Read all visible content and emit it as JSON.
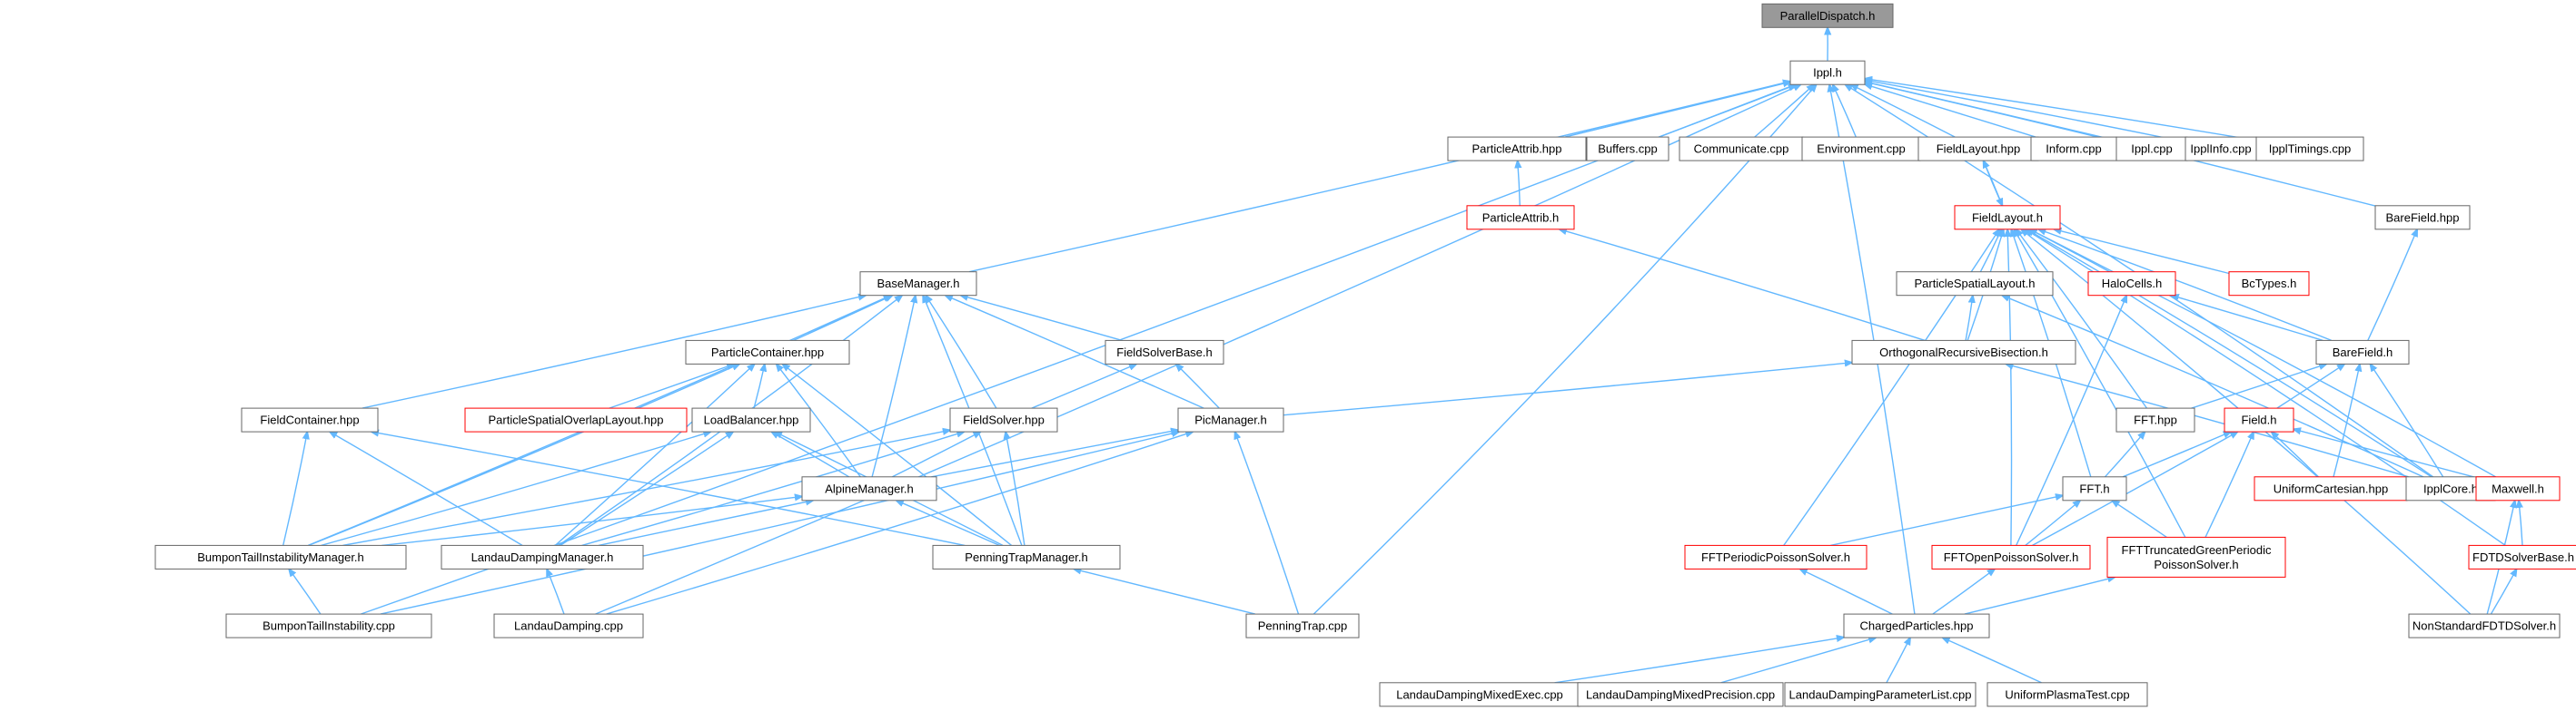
{
  "nodes": [
    {
      "id": "pd",
      "label": "ParallelDispatch.h",
      "style": "root"
    },
    {
      "id": "ippl",
      "label": "Ippl.h"
    },
    {
      "id": "pahpp",
      "label": "ParticleAttrib.hpp"
    },
    {
      "id": "buf",
      "label": "Buffers.cpp"
    },
    {
      "id": "comm",
      "label": "Communicate.cpp"
    },
    {
      "id": "env",
      "label": "Environment.cpp"
    },
    {
      "id": "flhpp",
      "label": "FieldLayout.hpp"
    },
    {
      "id": "inform",
      "label": "Inform.cpp"
    },
    {
      "id": "ipplcpp",
      "label": "Ippl.cpp"
    },
    {
      "id": "ipplinfo",
      "label": "IpplInfo.cpp"
    },
    {
      "id": "ippltim",
      "label": "IpplTimings.cpp"
    },
    {
      "id": "pah",
      "label": "ParticleAttrib.h",
      "style": "red"
    },
    {
      "id": "flh",
      "label": "FieldLayout.h",
      "style": "red"
    },
    {
      "id": "bfhpp",
      "label": "BareField.hpp"
    },
    {
      "id": "bm",
      "label": "BaseManager.h"
    },
    {
      "id": "psl",
      "label": "ParticleSpatialLayout.h"
    },
    {
      "id": "halo",
      "label": "HaloCells.h",
      "style": "red"
    },
    {
      "id": "bct",
      "label": "BcTypes.h",
      "style": "red"
    },
    {
      "id": "pc",
      "label": "ParticleContainer.hpp"
    },
    {
      "id": "fsb",
      "label": "FieldSolverBase.h"
    },
    {
      "id": "orb",
      "label": "OrthogonalRecursiveBisection.h"
    },
    {
      "id": "bfh",
      "label": "BareField.h"
    },
    {
      "id": "fc",
      "label": "FieldContainer.hpp"
    },
    {
      "id": "psol",
      "label": "ParticleSpatialOverlapLayout.hpp",
      "style": "red"
    },
    {
      "id": "lb",
      "label": "LoadBalancer.hpp"
    },
    {
      "id": "fs",
      "label": "FieldSolver.hpp"
    },
    {
      "id": "pic",
      "label": "PicManager.h"
    },
    {
      "id": "ffthpp",
      "label": "FFT.hpp"
    },
    {
      "id": "fieldh",
      "label": "Field.h",
      "style": "red"
    },
    {
      "id": "alp",
      "label": "AlpineManager.h"
    },
    {
      "id": "ffth",
      "label": "FFT.h"
    },
    {
      "id": "uc",
      "label": "UniformCartesian.hpp",
      "style": "red"
    },
    {
      "id": "core",
      "label": "IpplCore.h"
    },
    {
      "id": "maxw",
      "label": "Maxwell.h",
      "style": "red"
    },
    {
      "id": "btim",
      "label": "BumponTailInstabilityManager.h"
    },
    {
      "id": "ldm",
      "label": "LandauDampingManager.h"
    },
    {
      "id": "ptm",
      "label": "PenningTrapManager.h"
    },
    {
      "id": "fftp",
      "label": "FFTPeriodicPoissonSolver.h",
      "style": "red"
    },
    {
      "id": "ffto",
      "label": "FFTOpenPoissonSolver.h",
      "style": "red"
    },
    {
      "id": "fftt",
      "label": "FFTTruncatedGreenPeriodic\nPoissonSolver.h",
      "style": "red"
    },
    {
      "id": "fdtd",
      "label": "FDTDSolverBase.h",
      "style": "red"
    },
    {
      "id": "bti",
      "label": "BumponTailInstability.cpp"
    },
    {
      "id": "ld",
      "label": "LandauDamping.cpp"
    },
    {
      "id": "pt",
      "label": "PenningTrap.cpp"
    },
    {
      "id": "cp",
      "label": "ChargedParticles.hpp"
    },
    {
      "id": "nsfdtd",
      "label": "NonStandardFDTDSolver.h"
    },
    {
      "id": "ldme",
      "label": "LandauDampingMixedExec.cpp"
    },
    {
      "id": "ldmp",
      "label": "LandauDampingMixedPrecision.cpp"
    },
    {
      "id": "ldpl",
      "label": "LandauDampingParameterList.cpp"
    },
    {
      "id": "upt",
      "label": "UniformPlasmaTest.cpp"
    }
  ],
  "edges": [
    [
      "pd",
      "ippl"
    ],
    [
      "ippl",
      "pahpp"
    ],
    [
      "ippl",
      "buf"
    ],
    [
      "ippl",
      "comm"
    ],
    [
      "ippl",
      "env"
    ],
    [
      "ippl",
      "flhpp"
    ],
    [
      "ippl",
      "inform"
    ],
    [
      "ippl",
      "ipplcpp"
    ],
    [
      "ippl",
      "ipplinfo"
    ],
    [
      "ippl",
      "ippltim"
    ],
    [
      "ippl",
      "bfhpp"
    ],
    [
      "ippl",
      "bm"
    ],
    [
      "ippl",
      "core"
    ],
    [
      "ippl",
      "cp"
    ],
    [
      "ippl",
      "pt"
    ],
    [
      "ippl",
      "bti"
    ],
    [
      "ippl",
      "ld"
    ],
    [
      "pahpp",
      "pah"
    ],
    [
      "flhpp",
      "flh"
    ],
    [
      "flh",
      "flhpp"
    ],
    [
      "pah",
      "orb"
    ],
    [
      "flh",
      "psl"
    ],
    [
      "flh",
      "halo"
    ],
    [
      "flh",
      "bct"
    ],
    [
      "flh",
      "orb"
    ],
    [
      "flh",
      "bfh"
    ],
    [
      "flh",
      "ffthpp"
    ],
    [
      "flh",
      "ffth"
    ],
    [
      "flh",
      "core"
    ],
    [
      "flh",
      "maxw"
    ],
    [
      "flh",
      "fdtd"
    ],
    [
      "flh",
      "nsfdtd"
    ],
    [
      "flh",
      "fftp"
    ],
    [
      "flh",
      "ffto"
    ],
    [
      "flh",
      "fftt"
    ],
    [
      "bfhpp",
      "bfh"
    ],
    [
      "psl",
      "orb"
    ],
    [
      "psl",
      "core"
    ],
    [
      "halo",
      "bfh"
    ],
    [
      "halo",
      "ffto"
    ],
    [
      "bm",
      "pc"
    ],
    [
      "bm",
      "fsb"
    ],
    [
      "bm",
      "fs"
    ],
    [
      "bm",
      "pic"
    ],
    [
      "bm",
      "fc"
    ],
    [
      "bm",
      "alp"
    ],
    [
      "bm",
      "btim"
    ],
    [
      "bm",
      "ldm"
    ],
    [
      "bm",
      "ptm"
    ],
    [
      "pc",
      "psol"
    ],
    [
      "pc",
      "lb"
    ],
    [
      "pc",
      "alp"
    ],
    [
      "pc",
      "btim"
    ],
    [
      "pc",
      "ldm"
    ],
    [
      "pc",
      "ptm"
    ],
    [
      "fsb",
      "fs"
    ],
    [
      "fsb",
      "pic"
    ],
    [
      "orb",
      "pic"
    ],
    [
      "orb",
      "core"
    ],
    [
      "bfh",
      "ffthpp"
    ],
    [
      "bfh",
      "fieldh"
    ],
    [
      "bfh",
      "uc"
    ],
    [
      "bfh",
      "core"
    ],
    [
      "fc",
      "btim"
    ],
    [
      "fc",
      "ldm"
    ],
    [
      "fc",
      "ptm"
    ],
    [
      "lb",
      "alp"
    ],
    [
      "lb",
      "btim"
    ],
    [
      "lb",
      "ldm"
    ],
    [
      "lb",
      "ptm"
    ],
    [
      "fs",
      "alp"
    ],
    [
      "fs",
      "btim"
    ],
    [
      "fs",
      "ldm"
    ],
    [
      "fs",
      "ptm"
    ],
    [
      "pic",
      "alp"
    ],
    [
      "pic",
      "pt"
    ],
    [
      "pic",
      "bti"
    ],
    [
      "pic",
      "ld"
    ],
    [
      "ffthpp",
      "ffth"
    ],
    [
      "fieldh",
      "ffth"
    ],
    [
      "fieldh",
      "uc"
    ],
    [
      "fieldh",
      "maxw"
    ],
    [
      "fieldh",
      "ffto"
    ],
    [
      "fieldh",
      "fftt"
    ],
    [
      "alp",
      "btim"
    ],
    [
      "alp",
      "ldm"
    ],
    [
      "alp",
      "ptm"
    ],
    [
      "ffth",
      "fftp"
    ],
    [
      "ffth",
      "ffto"
    ],
    [
      "ffth",
      "fftt"
    ],
    [
      "maxw",
      "fdtd"
    ],
    [
      "maxw",
      "nsfdtd"
    ],
    [
      "btim",
      "bti"
    ],
    [
      "ldm",
      "ld"
    ],
    [
      "ptm",
      "pt"
    ],
    [
      "fftp",
      "cp"
    ],
    [
      "ffto",
      "cp"
    ],
    [
      "fftt",
      "cp"
    ],
    [
      "fdtd",
      "nsfdtd"
    ],
    [
      "cp",
      "ldme"
    ],
    [
      "cp",
      "ldmp"
    ],
    [
      "cp",
      "ldpl"
    ],
    [
      "cp",
      "upt"
    ]
  ]
}
